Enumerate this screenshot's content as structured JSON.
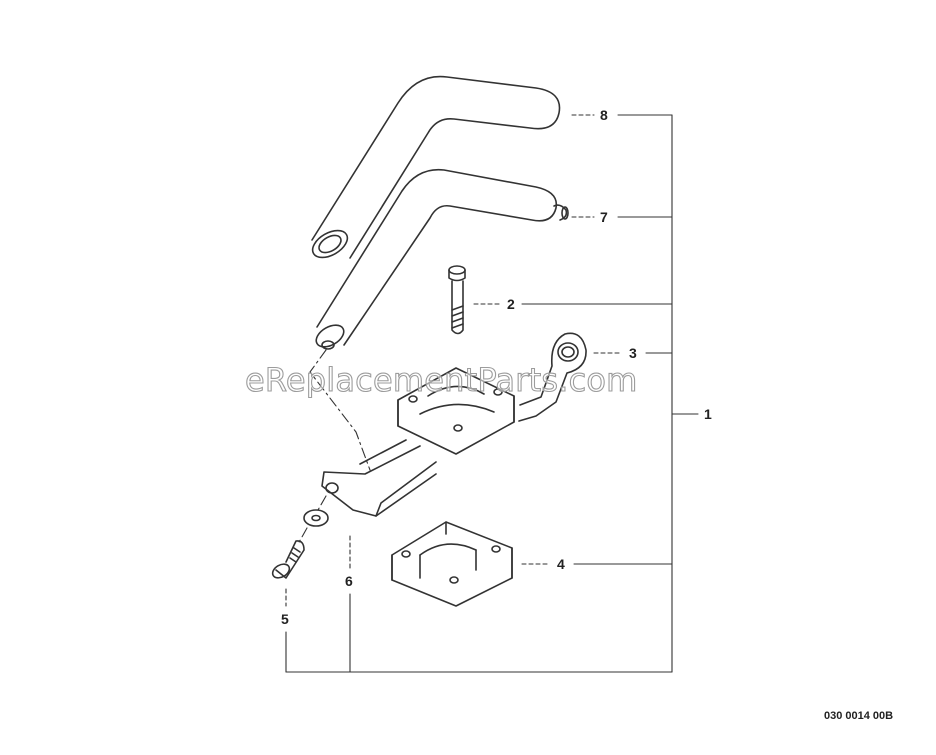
{
  "watermark": "eReplacementParts.com",
  "document_number": "030 0014 00B",
  "callouts": {
    "c1": "1",
    "c2": "2",
    "c3": "3",
    "c4": "4",
    "c5": "5",
    "c6": "6",
    "c7": "7",
    "c8": "8"
  },
  "colors": {
    "line": "#333333",
    "background": "#ffffff",
    "watermark_outline": "#9c9c9c"
  }
}
